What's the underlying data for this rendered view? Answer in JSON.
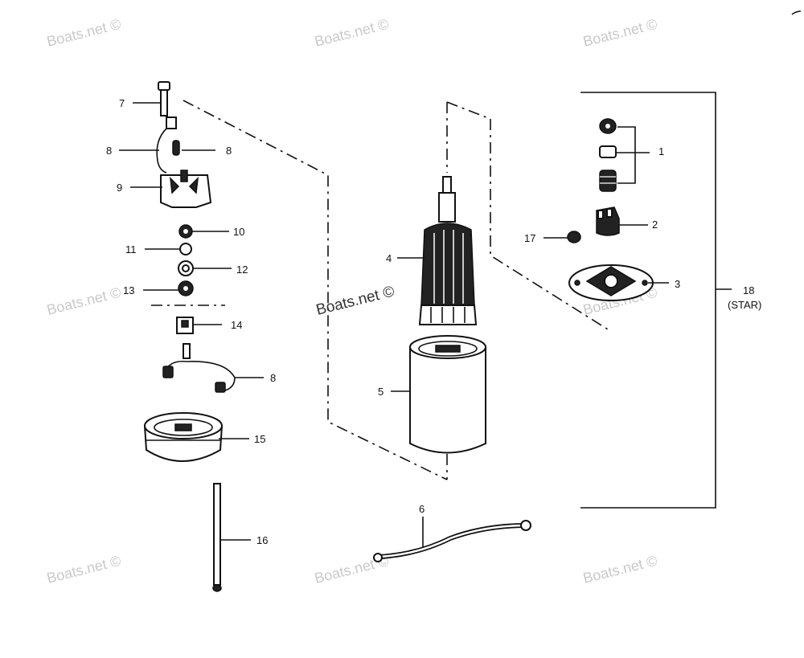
{
  "watermark": "Boats.net ©",
  "watermark_center": "Boats.net ©",
  "labels": {
    "l1": "1",
    "l2": "2",
    "l3": "3",
    "l4": "4",
    "l5": "5",
    "l6": "6",
    "l7": "7",
    "l8a": "8",
    "l8b": "8",
    "l8c": "8",
    "l9": "9",
    "l10": "10",
    "l11": "11",
    "l12": "12",
    "l13": "13",
    "l14": "14",
    "l15": "15",
    "l16": "16",
    "l17": "17",
    "l18": "18",
    "l18_sub": "(STAR)"
  }
}
